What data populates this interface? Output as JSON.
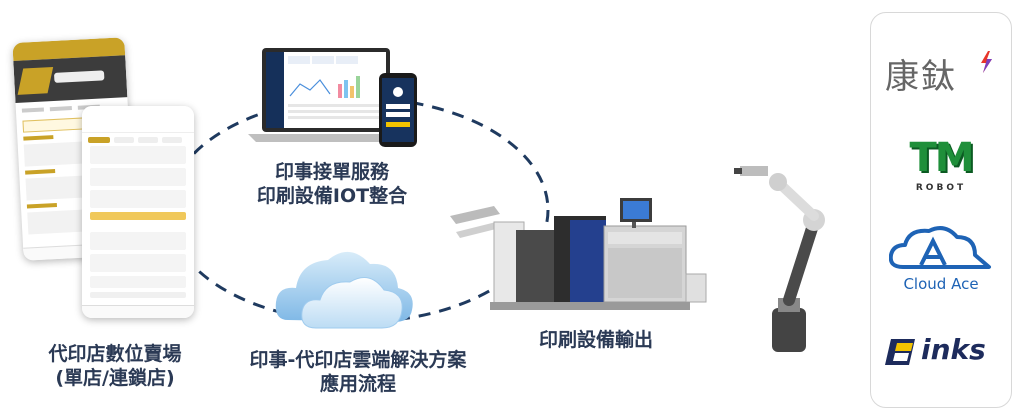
{
  "captions": {
    "store_market_line1": "代印店數位賣場",
    "store_market_line2": "(單店/連鎖店)",
    "order_service_line1": "印事接單服務",
    "order_service_line2": "印刷設備IOT整合",
    "cloud_line1": "印事-代印店雲端解決方案",
    "cloud_line2": "應用流程",
    "print_output": "印刷設備輸出"
  },
  "logos": {
    "kangtai": "康鈦",
    "tm_mark": "TM",
    "tm_sub": "ROBOT",
    "cloud_ace": "Cloud Ace",
    "inks": "inks"
  },
  "colors": {
    "caption": "#2b3a55",
    "dash": "#1f3a5f",
    "phone_gold": "#c9a227",
    "tm_green": "#1f8f3a",
    "cloud_ace_blue": "#1e63b5",
    "inks_yellow": "#f2c300",
    "inks_navy": "#1d2b5c"
  }
}
